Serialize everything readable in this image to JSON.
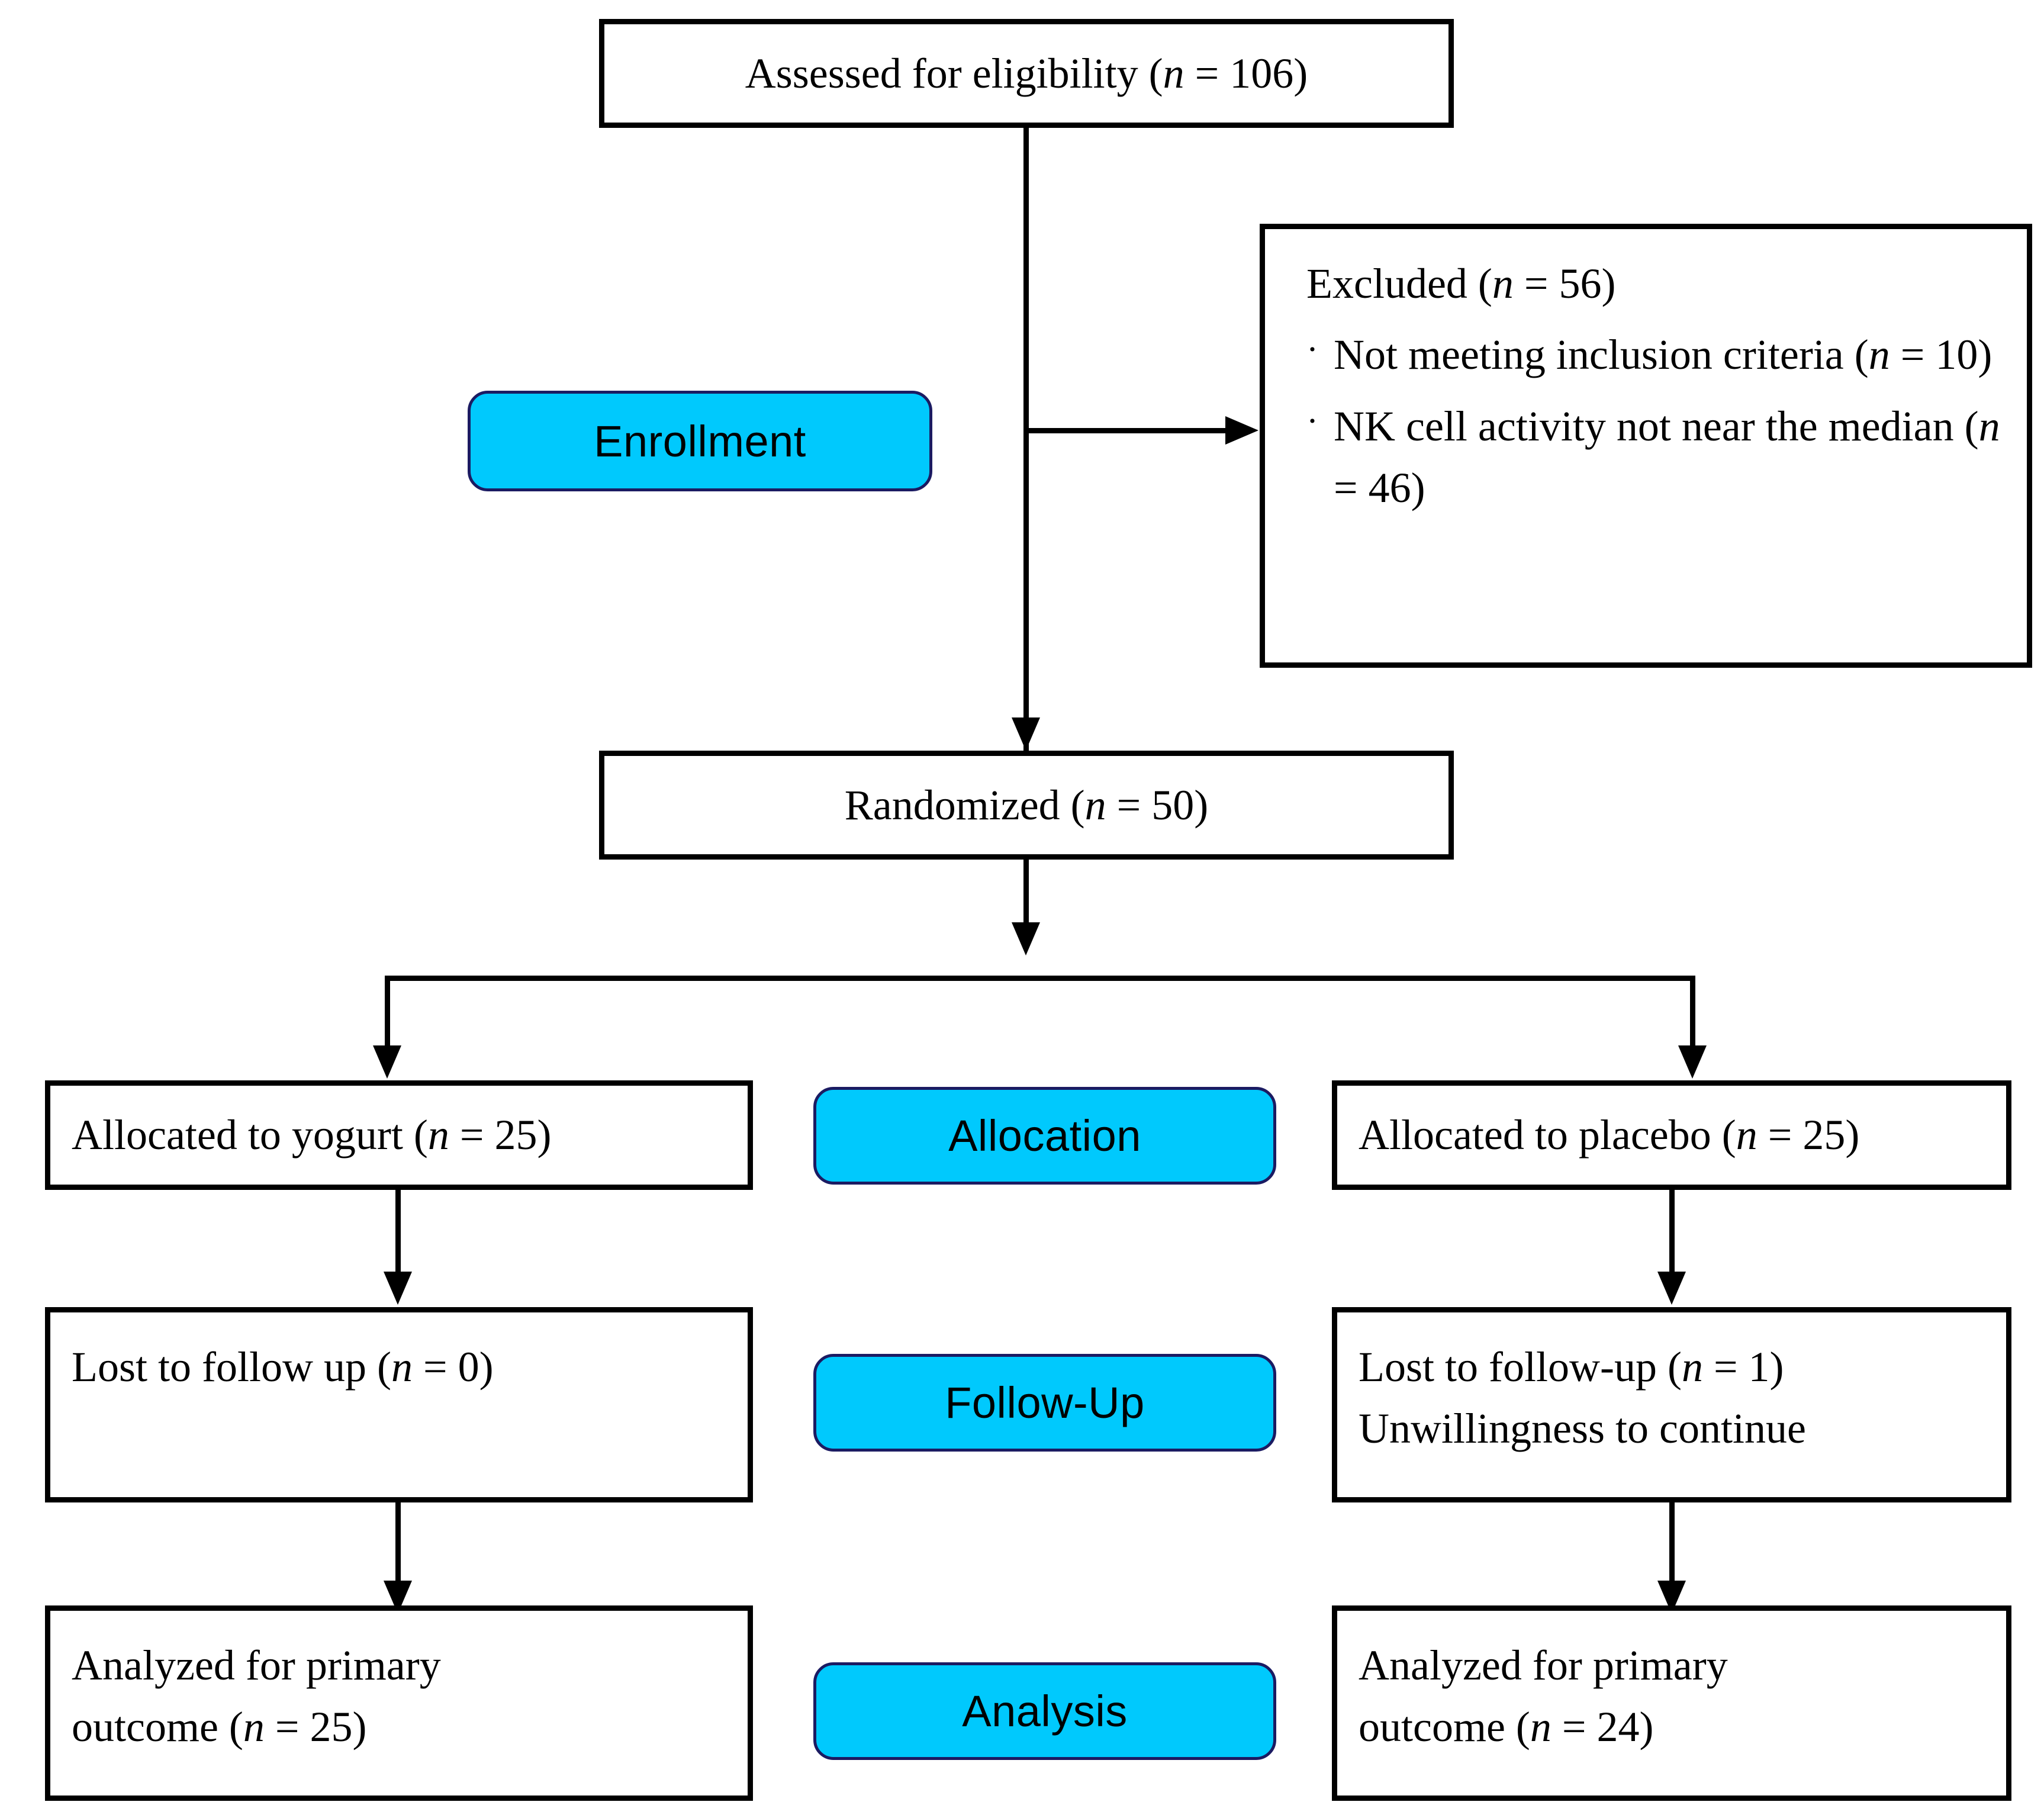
{
  "diagram": {
    "type": "CONSORT participant flow diagram",
    "accent_color": "#00c9fd",
    "accent_border_color": "#1b1b62",
    "line_color": "#000000",
    "background_color": "#ffffff"
  },
  "stages": {
    "enrollment": "Enrollment",
    "allocation": "Allocation",
    "follow_up": "Follow-Up",
    "analysis": "Analysis"
  },
  "boxes": {
    "assessed": {
      "text_before": "Assessed for eligibility (",
      "italic_n": "n",
      "text_after": " = 106)"
    },
    "excluded": {
      "heading_before": "Excluded (",
      "heading_italic_n": "n",
      "heading_after": " = 56)",
      "bullet_glyph": "·",
      "items": [
        {
          "text_before": "Not meeting inclusion criteria (",
          "italic_n": "n",
          "text_after": " = 10)"
        },
        {
          "text_before": "NK cell activity not near the median (",
          "italic_n": "n",
          "text_after": " = 46)"
        }
      ]
    },
    "randomized": {
      "text_before": "Randomized (",
      "italic_n": "n",
      "text_after": " = 50)"
    },
    "allocated_yogurt": {
      "text_before": "Allocated to yogurt (",
      "italic_n": "n",
      "text_after": " = 25)"
    },
    "allocated_placebo": {
      "text_before": "Allocated to placebo (",
      "italic_n": "n",
      "text_after": " = 25)"
    },
    "lost_yogurt": {
      "text_before": "Lost to follow up (",
      "italic_n": "n",
      "text_after": " = 0)"
    },
    "lost_placebo": {
      "text_before": "Lost to follow-up (",
      "italic_n": "n",
      "text_after": " = 1)",
      "reason": "Unwillingness to continue"
    },
    "analyzed_yogurt": {
      "line1": "Analyzed for primary",
      "line2_before": "outcome (",
      "line2_italic_n": "n",
      "line2_after": " = 25)"
    },
    "analyzed_placebo": {
      "line1": "Analyzed for primary",
      "line2_before": "outcome (",
      "line2_italic_n": "n",
      "line2_after": " = 24)"
    }
  }
}
